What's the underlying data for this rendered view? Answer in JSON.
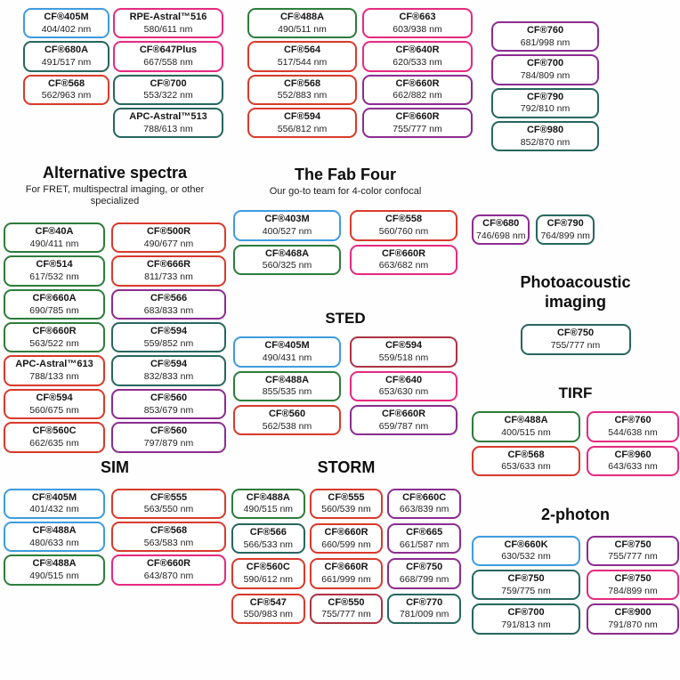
{
  "colors": {
    "blue": "#3f9cdf",
    "green": "#2e7d3c",
    "teal": "#27675f",
    "red": "#d93a2c",
    "pink": "#e62a80",
    "purple": "#8c2d90",
    "crimson": "#ad3343"
  },
  "top_groups": {
    "a": [
      {
        "name": "CF®405M",
        "value": "404/402 nm",
        "color": "blue"
      },
      {
        "name": "CF®680A",
        "value": "491/517 nm",
        "color": "teal"
      },
      {
        "name": "CF®568",
        "value": "562/963 nm",
        "color": "red"
      }
    ],
    "b": [
      {
        "name": "RPE-Astral™516",
        "value": "580/611 nm",
        "color": "pink"
      },
      {
        "name": "CF®647Plus",
        "value": "667/558 nm",
        "color": "pink"
      },
      {
        "name": "CF®700",
        "value": "553/322 nm",
        "color": "teal"
      },
      {
        "name": "APC-Astral™513",
        "value": "788/613 nm",
        "color": "teal"
      }
    ],
    "c": [
      {
        "name": "CF®488A",
        "value": "490/511 nm",
        "color": "green"
      },
      {
        "name": "CF®564",
        "value": "517/544 nm",
        "color": "red"
      },
      {
        "name": "CF®568",
        "value": "552/883 nm",
        "color": "red"
      },
      {
        "name": "CF®594",
        "value": "556/812 nm",
        "color": "red"
      }
    ],
    "d": [
      {
        "name": "CF®663",
        "value": "603/938 nm",
        "color": "pink"
      },
      {
        "name": "CF®640R",
        "value": "620/533 nm",
        "color": "pink"
      },
      {
        "name": "CF®660R",
        "value": "662/882 nm",
        "color": "purple"
      },
      {
        "name": "CF®660R",
        "value": "755/777 nm",
        "color": "purple"
      }
    ],
    "e": [
      {
        "name": "CF®760",
        "value": "681/998 nm",
        "color": "purple"
      },
      {
        "name": "CF®700",
        "value": "784/809 nm",
        "color": "purple"
      },
      {
        "name": "CF®790",
        "value": "792/810 nm",
        "color": "teal"
      },
      {
        "name": "CF®980",
        "value": "852/870 nm",
        "color": "teal"
      }
    ]
  },
  "sections": {
    "alternative": {
      "title": "Alternative spectra",
      "subtitle": "For FRET, multispectral imaging, or other specialized",
      "chips": [
        {
          "name": "CF®40A",
          "value": "490/411 nm",
          "color": "green"
        },
        {
          "name": "CF®500R",
          "value": "490/677 nm",
          "color": "red"
        },
        {
          "name": "CF®514",
          "value": "617/532 nm",
          "color": "green"
        },
        {
          "name": "CF®666R",
          "value": "811/733 nm",
          "color": "red"
        },
        {
          "name": "CF®660A",
          "value": "690/785 nm",
          "color": "green"
        },
        {
          "name": "CF®566",
          "value": "683/833 nm",
          "color": "purple"
        },
        {
          "name": "CF®660R",
          "value": "563/522 nm",
          "color": "green"
        },
        {
          "name": "CF®594",
          "value": "559/852 nm",
          "color": "teal"
        },
        {
          "name": "APC-Astral™613",
          "value": "788/133 nm",
          "color": "red"
        },
        {
          "name": "CF®594",
          "value": "832/833 nm",
          "color": "teal"
        },
        {
          "name": "CF®594",
          "value": "560/675 nm",
          "color": "red"
        },
        {
          "name": "CF®560",
          "value": "853/679 nm",
          "color": "purple"
        },
        {
          "name": "CF®560C",
          "value": "662/635 nm",
          "color": "red"
        },
        {
          "name": "CF®560",
          "value": "797/879 nm",
          "color": "purple"
        }
      ]
    },
    "fabfour": {
      "title": "The Fab Four",
      "subtitle": "Our go-to team for 4-color confocal",
      "chips": [
        {
          "name": "CF®403M",
          "value": "400/527 nm",
          "color": "blue"
        },
        {
          "name": "CF®558",
          "value": "560/760 nm",
          "color": "red"
        },
        {
          "name": "CF®468A",
          "value": "560/325 nm",
          "color": "green"
        },
        {
          "name": "CF®660R",
          "value": "663/682 nm",
          "color": "pink"
        }
      ]
    },
    "sted": {
      "title": "STED",
      "chips": [
        {
          "name": "CF®405M",
          "value": "490/431 nm",
          "color": "blue"
        },
        {
          "name": "CF®594",
          "value": "559/518 nm",
          "color": "crimson"
        },
        {
          "name": "CF®488A",
          "value": "855/535 nm",
          "color": "green"
        },
        {
          "name": "CF®640",
          "value": "653/630 nm",
          "color": "pink"
        },
        {
          "name": "CF®560",
          "value": "562/538 nm",
          "color": "red"
        },
        {
          "name": "CF®660R",
          "value": "659/787 nm",
          "color": "purple"
        }
      ]
    },
    "pair": {
      "chips": [
        {
          "name": "CF®680",
          "value": "746/698 nm",
          "color": "purple"
        },
        {
          "name": "CF®790",
          "value": "764/899 nm",
          "color": "teal"
        }
      ]
    },
    "photoacoustic": {
      "title": "Photoacoustic imaging",
      "chips": [
        {
          "name": "CF®750",
          "value": "755/777 nm",
          "color": "teal"
        }
      ]
    },
    "tirf": {
      "title": "TIRF",
      "chips": [
        {
          "name": "CF®488A",
          "value": "400/515 nm",
          "color": "green"
        },
        {
          "name": "CF®760",
          "value": "544/638 nm",
          "color": "pink"
        },
        {
          "name": "CF®568",
          "value": "653/633 nm",
          "color": "red"
        },
        {
          "name": "CF®960",
          "value": "643/633 nm",
          "color": "pink"
        }
      ]
    },
    "sim": {
      "title": "SIM",
      "chips": [
        {
          "name": "CF®405M",
          "value": "401/432 nm",
          "color": "blue"
        },
        {
          "name": "CF®555",
          "value": "563/550 nm",
          "color": "red"
        },
        {
          "name": "CF®488A",
          "value": "480/633 nm",
          "color": "blue"
        },
        {
          "name": "CF®568",
          "value": "563/583 nm",
          "color": "red"
        },
        {
          "name": "CF®488A",
          "value": "490/515 nm",
          "color": "green"
        },
        {
          "name": "CF®660R",
          "value": "643/870 nm",
          "color": "pink"
        }
      ]
    },
    "storm": {
      "title": "STORM",
      "chips": [
        {
          "name": "CF®488A",
          "value": "490/515 nm",
          "color": "green"
        },
        {
          "name": "CF®555",
          "value": "560/539 nm",
          "color": "red"
        },
        {
          "name": "CF®660C",
          "value": "663/839 nm",
          "color": "purple"
        },
        {
          "name": "CF®566",
          "value": "566/533 nm",
          "color": "teal"
        },
        {
          "name": "CF®660R",
          "value": "660/599 nm",
          "color": "red"
        },
        {
          "name": "CF®665",
          "value": "661/587 nm",
          "color": "purple"
        },
        {
          "name": "CF®560C",
          "value": "590/612 nm",
          "color": "red"
        },
        {
          "name": "CF®660R",
          "value": "661/999 nm",
          "color": "red"
        },
        {
          "name": "CF®750",
          "value": "668/799 nm",
          "color": "purple"
        },
        {
          "name": "CF®547",
          "value": "550/983 nm",
          "color": "red"
        },
        {
          "name": "CF®550",
          "value": "755/777 nm",
          "color": "crimson"
        },
        {
          "name": "CF®770",
          "value": "781/009 nm",
          "color": "teal"
        }
      ]
    },
    "twophoton": {
      "title": "2-photon",
      "chips": [
        {
          "name": "CF®660K",
          "value": "630/532 nm",
          "color": "blue"
        },
        {
          "name": "CF®750",
          "value": "755/777 nm",
          "color": "purple"
        },
        {
          "name": "CF®750",
          "value": "759/775 nm",
          "color": "teal"
        },
        {
          "name": "CF®750",
          "value": "784/899 nm",
          "color": "pink"
        },
        {
          "name": "CF®700",
          "value": "791/813 nm",
          "color": "teal"
        },
        {
          "name": "CF®900",
          "value": "791/870 nm",
          "color": "purple"
        }
      ]
    }
  }
}
